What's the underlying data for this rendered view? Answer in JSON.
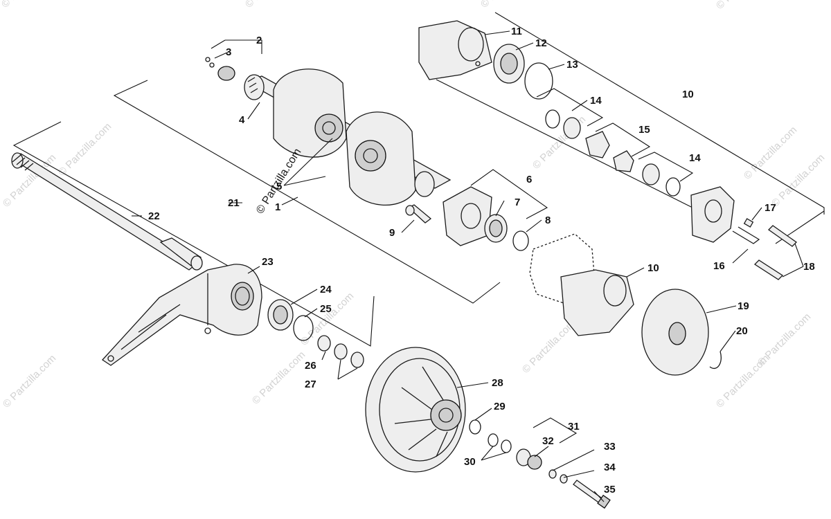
{
  "diagram": {
    "copyright_notice": "© Partzilla.com",
    "watermark_text": "© Partzilla.com",
    "callouts": [
      {
        "id": "1",
        "label": "1"
      },
      {
        "id": "2",
        "label": "2"
      },
      {
        "id": "3",
        "label": "3"
      },
      {
        "id": "4",
        "label": "4"
      },
      {
        "id": "5",
        "label": "5"
      },
      {
        "id": "6",
        "label": "6"
      },
      {
        "id": "7",
        "label": "7"
      },
      {
        "id": "8",
        "label": "8"
      },
      {
        "id": "9",
        "label": "9"
      },
      {
        "id": "10a",
        "label": "10"
      },
      {
        "id": "10b",
        "label": "10"
      },
      {
        "id": "11",
        "label": "11"
      },
      {
        "id": "12",
        "label": "12"
      },
      {
        "id": "13",
        "label": "13"
      },
      {
        "id": "14a",
        "label": "14"
      },
      {
        "id": "14b",
        "label": "14"
      },
      {
        "id": "15",
        "label": "15"
      },
      {
        "id": "16",
        "label": "16"
      },
      {
        "id": "17",
        "label": "17"
      },
      {
        "id": "18",
        "label": "18"
      },
      {
        "id": "19",
        "label": "19"
      },
      {
        "id": "20",
        "label": "20"
      },
      {
        "id": "21",
        "label": "21"
      },
      {
        "id": "22",
        "label": "22"
      },
      {
        "id": "23",
        "label": "23"
      },
      {
        "id": "24",
        "label": "24"
      },
      {
        "id": "25",
        "label": "25"
      },
      {
        "id": "26",
        "label": "26"
      },
      {
        "id": "27",
        "label": "27"
      },
      {
        "id": "28",
        "label": "28"
      },
      {
        "id": "29",
        "label": "29"
      },
      {
        "id": "30",
        "label": "30"
      },
      {
        "id": "31",
        "label": "31"
      },
      {
        "id": "32",
        "label": "32"
      },
      {
        "id": "33",
        "label": "33"
      },
      {
        "id": "34",
        "label": "34"
      },
      {
        "id": "35",
        "label": "35"
      }
    ]
  }
}
